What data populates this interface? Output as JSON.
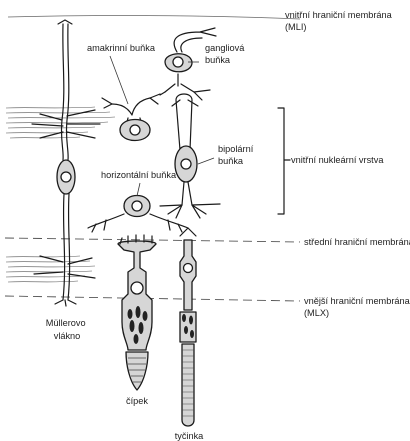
{
  "labels": {
    "mli": [
      "vnitřní hraniční membrána",
      "(MLI)"
    ],
    "amakrinni": "amakrinní buňka",
    "gangliova": [
      "gangliová",
      "buňka"
    ],
    "bipolarni": [
      "bipolární",
      "buňka"
    ],
    "vnitrni_nuklearni": "vnitřní nukleární vrstva",
    "horizontalni": "horizontální buňka",
    "stredni": "střední hraniční membrána",
    "mlx": [
      "vnější hraniční membrána",
      "(MLX)"
    ],
    "muller": [
      "Müllerovo",
      "vlákno"
    ],
    "cipek": "čípek",
    "tycinka": "tyčinka"
  }
}
